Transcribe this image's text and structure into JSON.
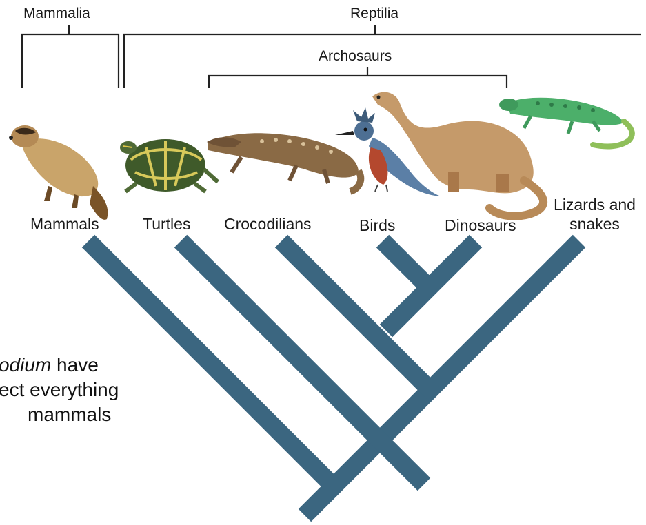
{
  "groups": {
    "mammalia": "Mammalia",
    "reptilia": "Reptilia",
    "archosaurs": "Archosaurs"
  },
  "taxa": {
    "mammals": "Mammals",
    "turtles": "Turtles",
    "crocodilians": "Crocodilians",
    "birds": "Birds",
    "dinosaurs": "Dinosaurs",
    "lizards_line1": "Lizards and",
    "lizards_line2": "snakes"
  },
  "caption": {
    "line1_italic": "odium",
    "line1_rest": " have",
    "line2": "ect everything",
    "line3": "mammals"
  },
  "colors": {
    "tree": "#3b6680",
    "bracket": "#222222"
  }
}
